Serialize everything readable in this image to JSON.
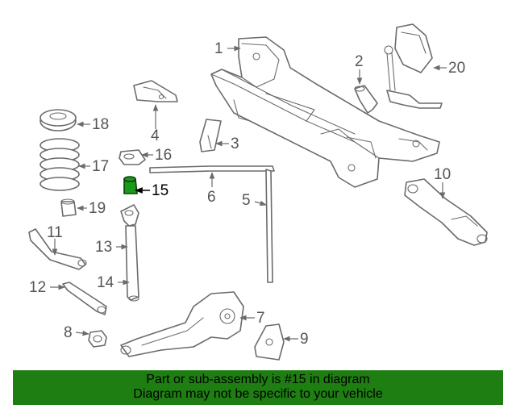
{
  "highlight": {
    "part_number": "15",
    "color": "#1e7e12",
    "part_color": "#1a9a1a"
  },
  "callouts": [
    "1",
    "2",
    "3",
    "4",
    "5",
    "6",
    "7",
    "8",
    "9",
    "10",
    "11",
    "12",
    "13",
    "14",
    "15",
    "16",
    "17",
    "18",
    "19",
    "20"
  ],
  "footer": {
    "line1": "Part or sub-assembly is #15 in diagram",
    "line2": "Diagram may not be specific to your vehicle"
  }
}
